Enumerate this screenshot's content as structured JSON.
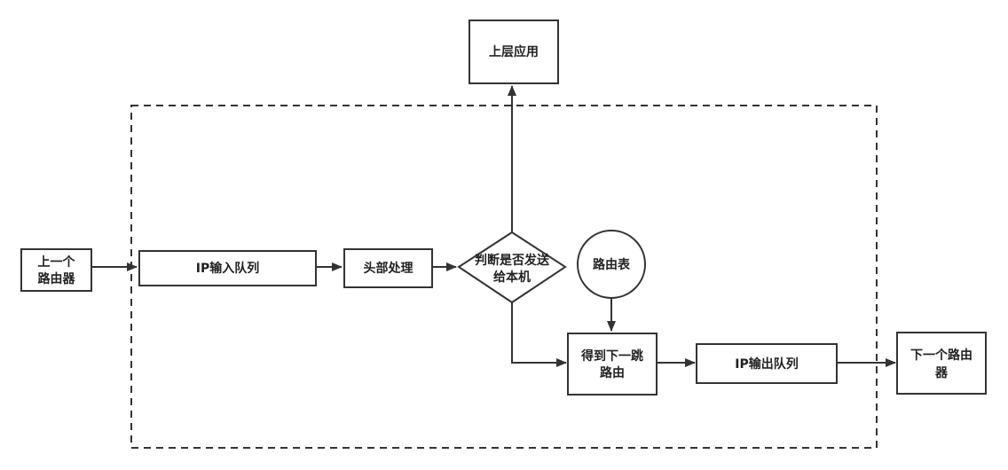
{
  "nodes": {
    "upper_app": "上层应用",
    "prev_router": [
      "上一个",
      "路由器"
    ],
    "ip_input_queue": "IP输入队列",
    "header_processing": "头部处理",
    "decision": [
      "判断是否发送",
      "给本机"
    ],
    "routing_table": "路由表",
    "next_hop": [
      "得到下一跳",
      "路由"
    ],
    "ip_output_queue": "IP输出队列",
    "next_router": [
      "下一个路由",
      "器"
    ]
  }
}
